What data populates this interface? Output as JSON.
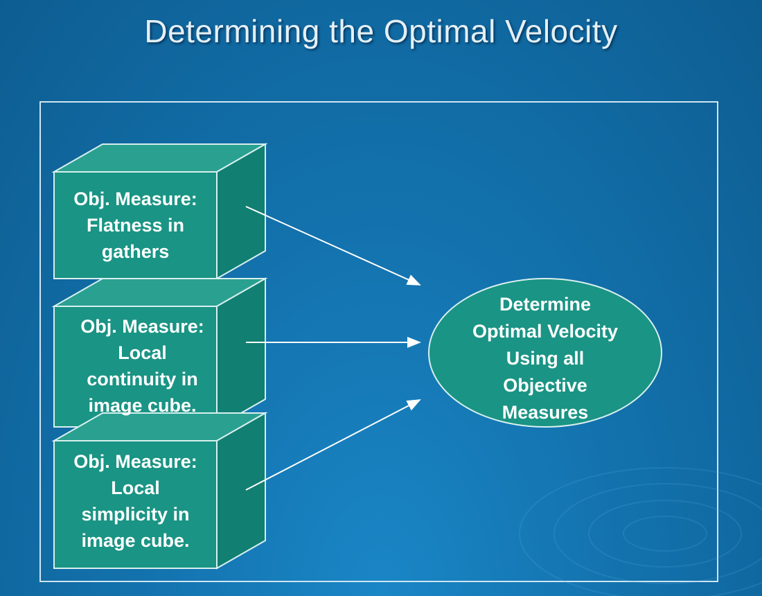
{
  "slide": {
    "title": "Determining the Optimal Velocity"
  },
  "boxes": [
    {
      "label": "Obj. Measure: Flatness in gathers",
      "lines": [
        "Obj. Measure:",
        "Flatness in",
        "gathers"
      ]
    },
    {
      "label": "Obj. Measure: Local continuity in image cube.",
      "lines": [
        "Obj. Measure:",
        "Local",
        "continuity in",
        "image cube."
      ]
    },
    {
      "label": "Obj. Measure: Local simplicity in image cube.",
      "lines": [
        "Obj. Measure:",
        "Local",
        "simplicity in",
        "image cube."
      ]
    }
  ],
  "target": {
    "label": "Determine Optimal Velocity Using all Objective Measures",
    "lines": [
      "Determine",
      "Optimal Velocity",
      "Using all",
      "Objective",
      "Measures"
    ]
  },
  "colors": {
    "background": "#1372ad",
    "box_fill": "#1a9484",
    "box_stroke": "#d8f0ee",
    "frame_stroke": "#cfe6f3",
    "arrow": "#ffffff"
  }
}
